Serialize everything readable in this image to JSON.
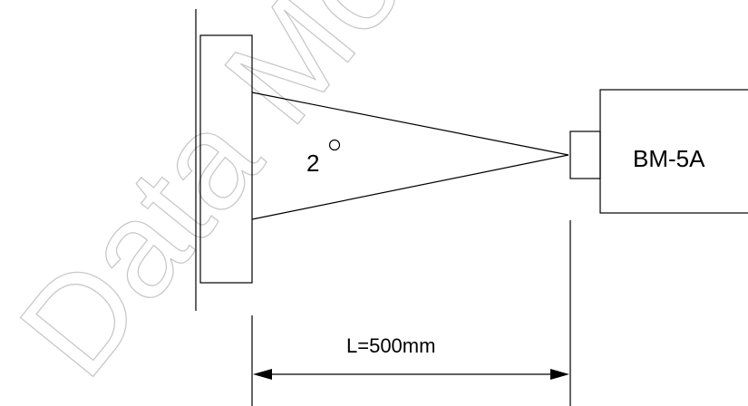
{
  "diagram": {
    "angle_label": "2",
    "angle_unit_symbol": "°",
    "device_label": "BM-5A",
    "distance_label": "L=500mm"
  },
  "watermark": {
    "text": "Data Modul"
  },
  "colors": {
    "ink": "#000000",
    "watermark": "#c8c8c8",
    "background": "#ffffff"
  }
}
